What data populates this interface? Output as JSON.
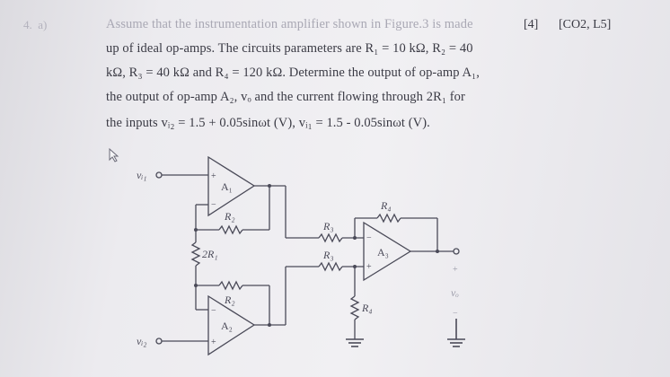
{
  "question": {
    "number": "4.",
    "part": "a)",
    "marks": "[4]",
    "outcome": "[CO2, L5]",
    "lines": [
      "Assume that the instrumentation amplifier shown in Figure.3 is made",
      "up of ideal op-amps. The circuits parameters are R₁ = 10 kΩ, R₂ = 40",
      "kΩ, R₃ = 40 kΩ and R₄ = 120 kΩ. Determine the output of op-amp A₁,",
      "the output of op-amp A₂, vₒ and the current flowing through 2R₁ for",
      "the inputs  vᵢ₂ = 1.5 + 0.05sinωt (V), vᵢ₁ = 1.5 - 0.05sinωt (V)."
    ]
  },
  "figure": {
    "input_1": "vᵢ₁",
    "input_2": "vᵢ₂",
    "opamp_1": "A₁",
    "opamp_2": "A₂",
    "opamp_3": "A₃",
    "r2_top": "R₂",
    "r2_bottom": "R₂",
    "r1_mid": "2R₁",
    "r3_top": "R₃",
    "r3_bottom": "R₃",
    "r4_feedback": "R₄",
    "r4_ground": "R₄",
    "plus_top1": "+",
    "minus_top1": "−",
    "minus_bot2": "−",
    "plus_bot2": "+",
    "minus_a3": "−",
    "plus_a3": "+",
    "out_plus": "+",
    "out_minus": "−",
    "output": "vₒ"
  }
}
